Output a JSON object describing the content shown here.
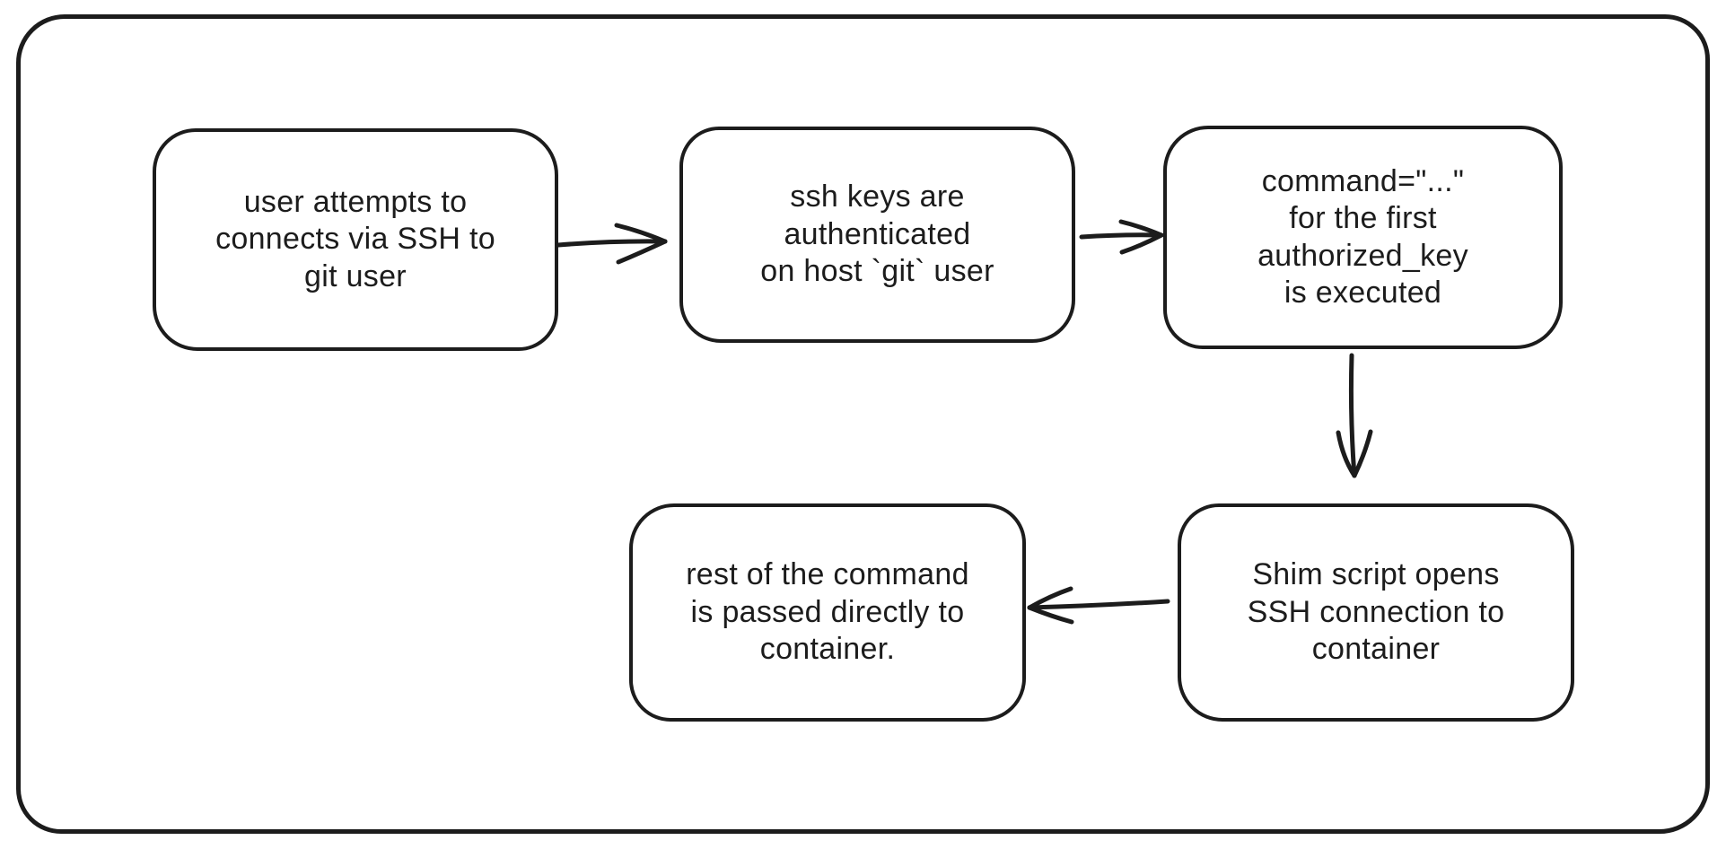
{
  "diagram": {
    "background_color": "#ffffff",
    "stroke_color": "#1c1c1c",
    "nodes": [
      {
        "id": "user-connects",
        "text": "user attempts to\nconnects via SSH to\ngit user"
      },
      {
        "id": "ssh-keys-authenticated",
        "text": "ssh keys are\nauthenticated\non host `git` user"
      },
      {
        "id": "command-executed",
        "text": "command=\"...\"\nfor the first\nauthorized_key\nis executed"
      },
      {
        "id": "shim-opens-ssh",
        "text": "Shim script opens\nSSH connection to\ncontainer"
      },
      {
        "id": "rest-passed",
        "text": "rest of the command\nis passed directly to\ncontainer."
      }
    ],
    "edges": [
      {
        "from": "user-connects",
        "to": "ssh-keys-authenticated",
        "direction": "right"
      },
      {
        "from": "ssh-keys-authenticated",
        "to": "command-executed",
        "direction": "right"
      },
      {
        "from": "command-executed",
        "to": "shim-opens-ssh",
        "direction": "down"
      },
      {
        "from": "shim-opens-ssh",
        "to": "rest-passed",
        "direction": "left"
      }
    ]
  }
}
